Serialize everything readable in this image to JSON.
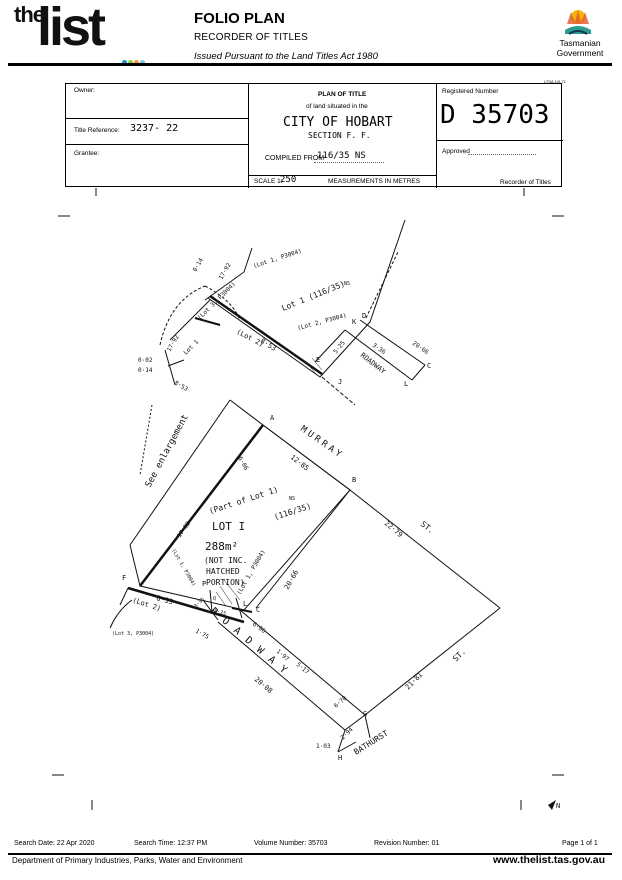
{
  "header": {
    "logo_the": "the",
    "logo_list": "list",
    "logo_dot_colors": [
      "#1e88c8",
      "#8dc63f",
      "#f7941d",
      "#7ac4e8"
    ],
    "title": "FOLIO PLAN",
    "subtitle": "RECORDER OF TITLES",
    "act": "Issued Pursuant to the Land Titles Act 1980",
    "gov_line1": "Tasmanian",
    "gov_line2": "Government"
  },
  "title_block": {
    "small_code": "LTSA 1/9-71",
    "owner_label": "Owner:",
    "title_reference_label": "Title Reference:",
    "title_reference_value": "3237- 22",
    "grantee_label": "Grantee:",
    "plan_of_title": "PLAN OF TITLE",
    "land_situated": "of land situated in the",
    "locality": "CITY OF HOBART",
    "section": "SECTION F. F.",
    "compiled_from_label": "COMPILED FROM",
    "compiled_from_value": "116/35 NS",
    "scale_label": "SCALE 1:",
    "scale_value": "250",
    "measurements": "MEASUREMENTS IN METRES",
    "registered_number_label": "Registered Number",
    "registered_number": "D 35703",
    "approved_label": "Approved",
    "recorder_label": "Recorder of Titles"
  },
  "plan_labels": {
    "d14": "0·14",
    "d1792_top": "17·92",
    "lot1_p3004_top": "(Lot 1, P3004)",
    "lot1_116_35": "Lot 1 (116/35)",
    "ns_top": "NS",
    "lot3_p3004_top": "(Lot 3, P3004)",
    "lot1_small": "Lot 1",
    "d1792_left": "17·92",
    "d002": "0·02",
    "d014b": "0·14",
    "lot2_upper": "(Lot 2)",
    "d853_top": "8·53",
    "lot2_p3004": "(Lot 2, P3004)",
    "k": "K",
    "d": "D",
    "e": "E",
    "j": "J",
    "l_upper": "L",
    "c_upper": "C",
    "d525": "5·25",
    "d336": "3·36",
    "d2066_top": "20·66",
    "roadway_upper": "ROADWAY",
    "d853_left": "8·53",
    "see_enlargement": "See enlargement",
    "a": "A",
    "murray": "MURRAY",
    "d606_top": "6·06",
    "d1285": "12·85",
    "b": "B",
    "st_murray": "ST.",
    "d2279": "22·79",
    "part_of_lot": "(Part of Lot 1)",
    "lot_i": "LOT I",
    "area": "288m²",
    "not_inc": "(NOT INC.",
    "hatched": "HATCHED",
    "portion": "PORTION)",
    "ns_mid": "NS",
    "ref_116_35": "(116/35)",
    "d1792_mid": "17·92",
    "lot1_p3004_mid": "(Lot 1, P3004)",
    "lot1_p3004_hatched": "(Lot 1, P3004)",
    "d2066_mid": "20·66",
    "f": "F",
    "p": "P",
    "q_small": "Q",
    "d853_bottom": "8·53",
    "lot2_bottom": "(Lot 2)",
    "d336_bottom": "3·36",
    "d525_bottom": "5·25",
    "l_lower": "L",
    "c_lower": "C",
    "d606_bottom": "6·06",
    "d175": "1·75",
    "d197": "1·97",
    "d517": "5·17",
    "roadway_lower": "ROADWAY",
    "d2008": "20·08",
    "d2181": "21·81",
    "st_bathurst": "ST.",
    "d670": "6·70",
    "g": "G",
    "d294": "2·94",
    "d103": "1·03",
    "h": "H",
    "bathurst": "BATHURST",
    "lot3_p3004_bottom": "(Lot 3, P3004)",
    "north_mark": "N"
  },
  "footer": {
    "search_date": "Search Date: 22 Apr 2020",
    "search_time": "Search Time: 12:37 PM",
    "volume_number": "Volume Number: 35703",
    "revision_number": "Revision Number: 01",
    "page": "Page 1 of 1",
    "department": "Department of Primary Industries, Parks, Water and Environment",
    "website": "www.thelist.tas.gov.au"
  }
}
